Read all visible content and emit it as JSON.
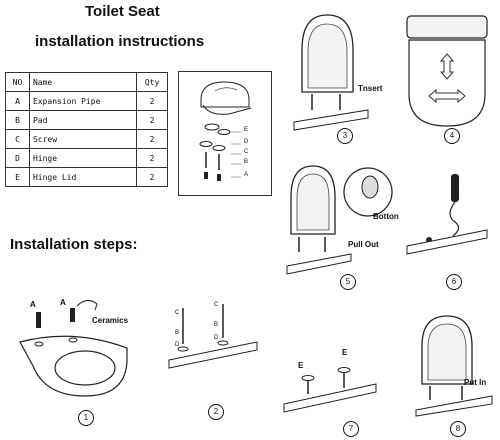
{
  "title_line1": "Toilet Seat",
  "title_line2": "installation instructions",
  "steps_heading": "Installation steps:",
  "parts_table": {
    "headers": [
      "NO",
      "Name",
      "Qty"
    ],
    "rows": [
      {
        "no": "A",
        "name": "Expansion Pipe",
        "qty": "2"
      },
      {
        "no": "B",
        "name": "Pad",
        "qty": "2"
      },
      {
        "no": "C",
        "name": "Screw",
        "qty": "2"
      },
      {
        "no": "D",
        "name": "Hinge",
        "qty": "2"
      },
      {
        "no": "E",
        "name": "Hinge Lid",
        "qty": "2"
      }
    ]
  },
  "exploded_labels": [
    "E",
    "D",
    "C",
    "B",
    "A"
  ],
  "steps": {
    "s1": {
      "num": "1",
      "label_a1": "A",
      "label_a2": "A",
      "label_ceramics": "Ceramics"
    },
    "s2": {
      "num": "2",
      "c1": "C",
      "b1": "B",
      "d1": "D",
      "c2": "C",
      "b2": "B",
      "d2": "D"
    },
    "s3": {
      "num": "3",
      "label": "Tnsert"
    },
    "s4": {
      "num": "4"
    },
    "s5": {
      "num": "5",
      "label_botton": "Botton",
      "label_pullout": "Pull Out"
    },
    "s6": {
      "num": "6"
    },
    "s7": {
      "num": "7",
      "e1": "E",
      "e2": "E"
    },
    "s8": {
      "num": "8",
      "label": "Put In"
    }
  }
}
